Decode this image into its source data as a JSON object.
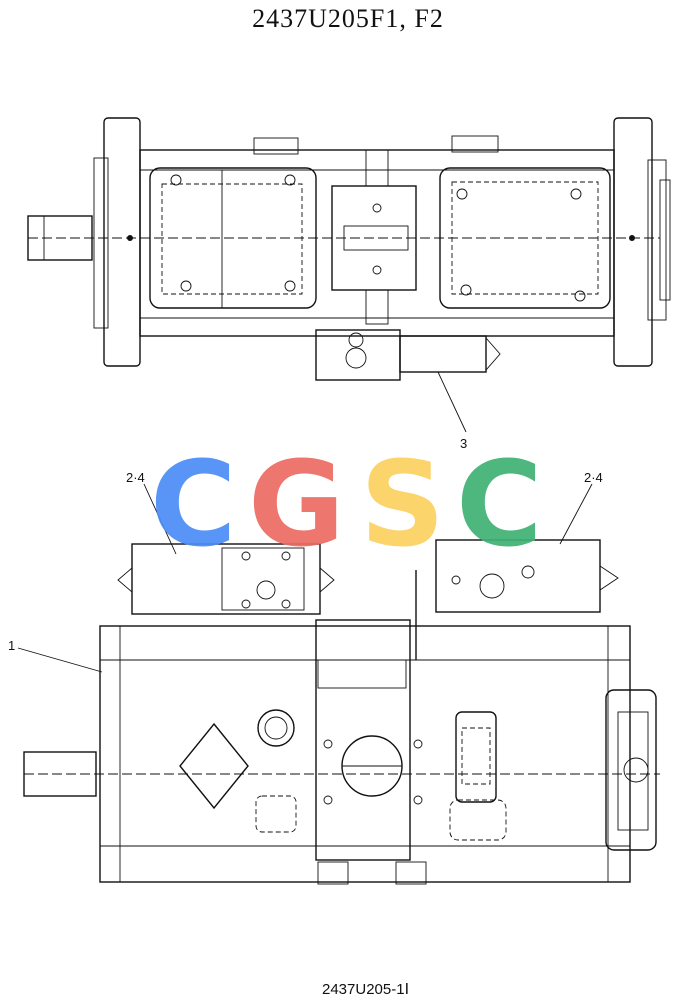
{
  "title": "2437U205F1, F2",
  "footer_code": "2437U205-1Ⅰ",
  "callouts": {
    "part_1": "1",
    "part_3": "3",
    "part_2_4_left": "2·4",
    "part_2_4_right": "2·4"
  },
  "watermark": {
    "letters": [
      "C",
      "G",
      "S",
      "C"
    ],
    "colors": [
      "#4a8df6",
      "#ec6b62",
      "#fbd160",
      "#3fb174"
    ]
  }
}
